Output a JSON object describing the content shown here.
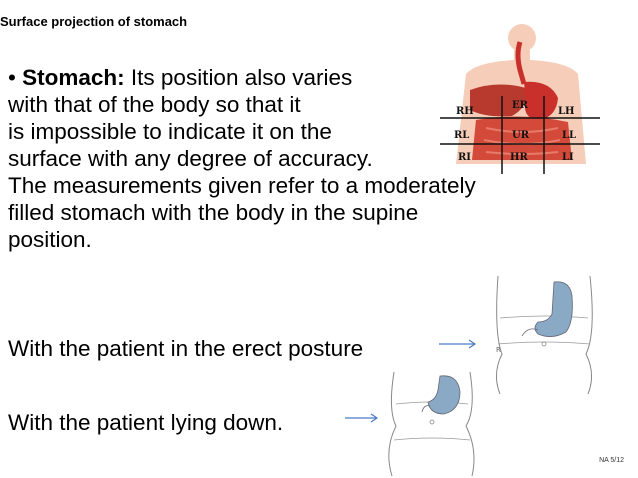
{
  "slide": {
    "title": "Surface projection of stomach",
    "bullet_term": "Stomach:",
    "bullet_rest": " Its position also varies",
    "lines": [
      "with that of the body so that it",
      "is impossible to indicate it on the",
      "surface with any degree of accuracy.",
      "The measurements given refer to a moderately",
      "filled stomach with the body in the supine",
      "position."
    ],
    "erect_text": "With the patient in the erect posture",
    "lying_text": "With the patient lying down.",
    "footer": "NA 5/12"
  },
  "diagram": {
    "regions_top": [
      "RH",
      "ER",
      "LH"
    ],
    "regions_middle": [
      "RL",
      "UR",
      "LL"
    ],
    "regions_bottom": [
      "RI",
      "HR",
      "LI"
    ]
  },
  "colors": {
    "arrow": "#4a7bc8",
    "skin": "#f6cdb8",
    "organ_red": "#c9302c",
    "stomach_blue": "#8aa9c4",
    "grid": "#111111"
  }
}
